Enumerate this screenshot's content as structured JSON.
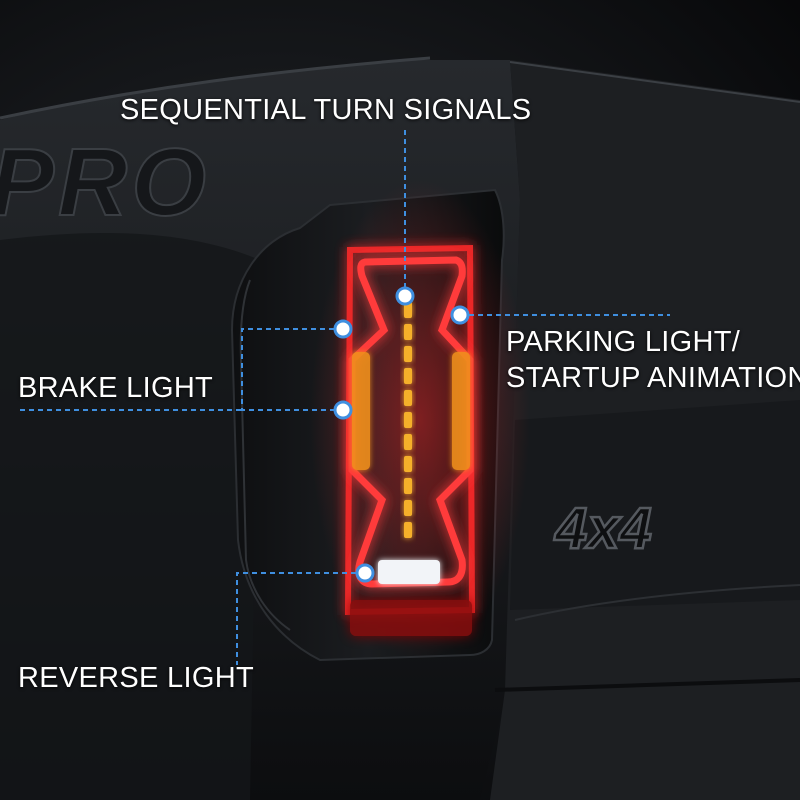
{
  "badges": {
    "pro_emblem": "PRO",
    "drive_emblem": "4x4"
  },
  "callouts": {
    "sequential": "SEQUENTIAL TURN SIGNALS",
    "brake": "BRAKE LIGHT",
    "parking_line1": "PARKING LIGHT/",
    "parking_line2": "STARTUP ANIMATION",
    "reverse": "REVERSE LIGHT"
  },
  "colors": {
    "body": "#1c1e21",
    "lamp_red": "#ff2a2a",
    "amber": "#f5a51e",
    "callout_line": "#3f8fe0",
    "text": "#ffffff"
  }
}
